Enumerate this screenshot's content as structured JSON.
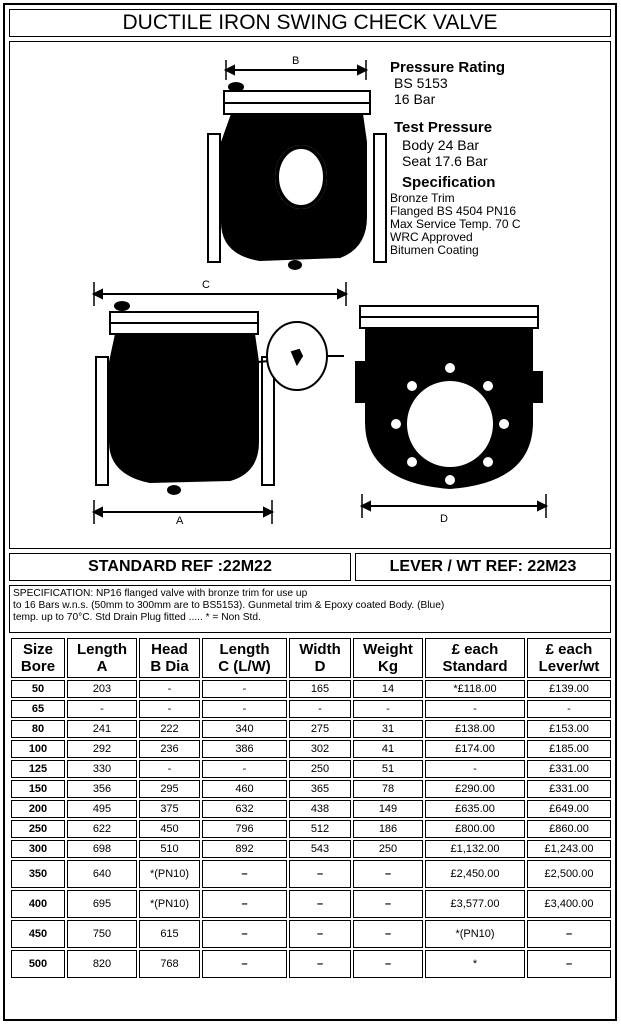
{
  "title": "DUCTILE IRON SWING CHECK VALVE",
  "drawing": {
    "dim_labels": {
      "a": "A",
      "b": "B",
      "c": "C",
      "d": "D"
    }
  },
  "spec_panel": {
    "pressure_rating_heading": "Pressure Rating",
    "pressure_rating_lines": [
      "BS 5153",
      "16 Bar"
    ],
    "test_pressure_heading": "Test Pressure",
    "test_pressure_lines": [
      "Body 24 Bar",
      "Seat 17.6 Bar"
    ],
    "specification_heading": "Specification",
    "specification_lines": [
      "Bronze Trim",
      "Flanged BS 4504 PN16",
      "Max Service Temp. 70 C",
      "WRC Approved",
      "Bitumen Coating"
    ]
  },
  "refs": {
    "standard": "STANDARD REF :22M22",
    "lever": "LEVER / WT REF: 22M23"
  },
  "specification_note": [
    "SPECIFICATION: NP16 flanged valve with bronze trim for use up",
    "to 16 Bars w.n.s. (50mm to 300mm are to BS5153). Gunmetal trim & Epoxy coated Body. (Blue)",
    "temp. up to 70°C. Std  Drain Plug fitted .....  * = Non Std."
  ],
  "table": {
    "headers": [
      [
        "Size",
        "Bore"
      ],
      [
        "Length",
        "A"
      ],
      [
        "Head",
        "B Dia"
      ],
      [
        "Length",
        "C (L/W)"
      ],
      [
        "Width",
        "D"
      ],
      [
        "Weight",
        "Kg"
      ],
      [
        "£ each",
        "Standard"
      ],
      [
        "£ each",
        "Lever/wt"
      ]
    ],
    "rows": [
      [
        "50",
        "203",
        "-",
        "-",
        "165",
        "14",
        "*£118.00",
        "£139.00"
      ],
      [
        "65",
        "-",
        "-",
        "-",
        "-",
        "-",
        "-",
        "-"
      ],
      [
        "80",
        "241",
        "222",
        "340",
        "275",
        "31",
        "£138.00",
        "£153.00"
      ],
      [
        "100",
        "292",
        "236",
        "386",
        "302",
        "41",
        "£174.00",
        "£185.00"
      ],
      [
        "125",
        "330",
        "-",
        "-",
        "250",
        "51",
        "-",
        "£331.00"
      ],
      [
        "150",
        "356",
        "295",
        "460",
        "365",
        "78",
        "£290.00",
        "£331.00"
      ],
      [
        "200",
        "495",
        "375",
        "632",
        "438",
        "149",
        "£635.00",
        "£649.00"
      ],
      [
        "250",
        "622",
        "450",
        "796",
        "512",
        "186",
        "£800.00",
        "£860.00"
      ],
      [
        "300",
        "698",
        "510",
        "892",
        "543",
        "250",
        "£1,132.00",
        "£1,243.00"
      ],
      [
        "350",
        "640",
        "*(PN10)",
        "–",
        "–",
        "–",
        "£2,450.00",
        "£2,500.00"
      ],
      [
        "400",
        "695",
        "*(PN10)",
        "–",
        "–",
        "–",
        "£3,577.00",
        "£3,400.00"
      ],
      [
        "450",
        "750",
        "615",
        "–",
        "–",
        "–",
        "*(PN10)",
        "–"
      ],
      [
        "500",
        "820",
        "768",
        "–",
        "–",
        "–",
        "*",
        "–"
      ]
    ]
  }
}
